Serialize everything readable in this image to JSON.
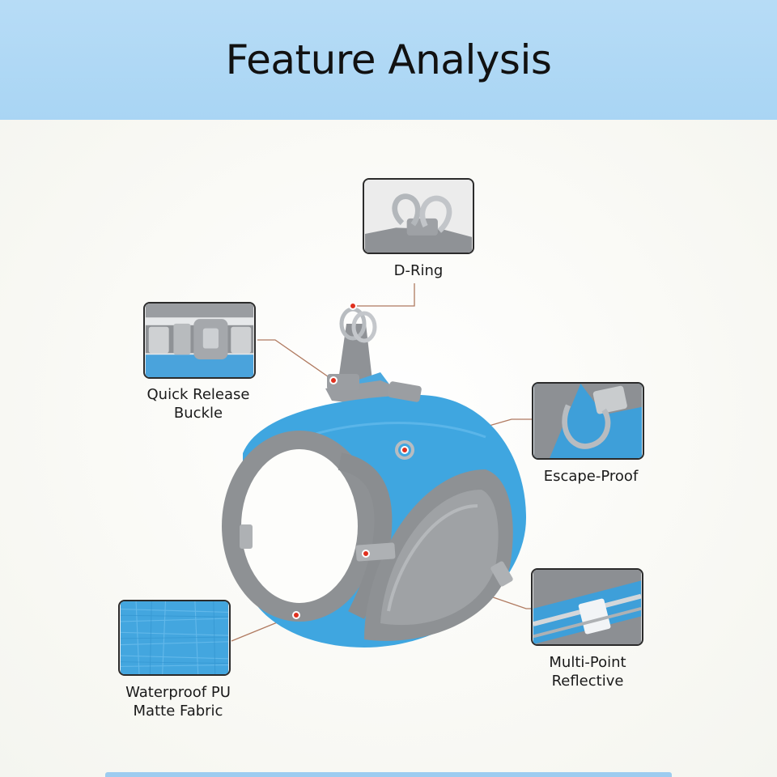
{
  "header": {
    "title": "Feature Analysis"
  },
  "features": {
    "d_ring": {
      "label": "D-Ring"
    },
    "quick_release": {
      "line1": "Quick Release",
      "line2": "Buckle"
    },
    "escape_proof": {
      "label": "Escape-Proof"
    },
    "reflective": {
      "line1": "Multi-Point",
      "line2": "Reflective"
    },
    "fabric": {
      "line1": "Waterproof PU",
      "line2": "Matte Fabric"
    }
  },
  "colors": {
    "header_bg": "#b2d9f5",
    "harness_blue": "#3fa6e0",
    "trim_gray": "#8e9194",
    "callout_dot": "#e0301e",
    "callout_line": "#b07a60"
  }
}
